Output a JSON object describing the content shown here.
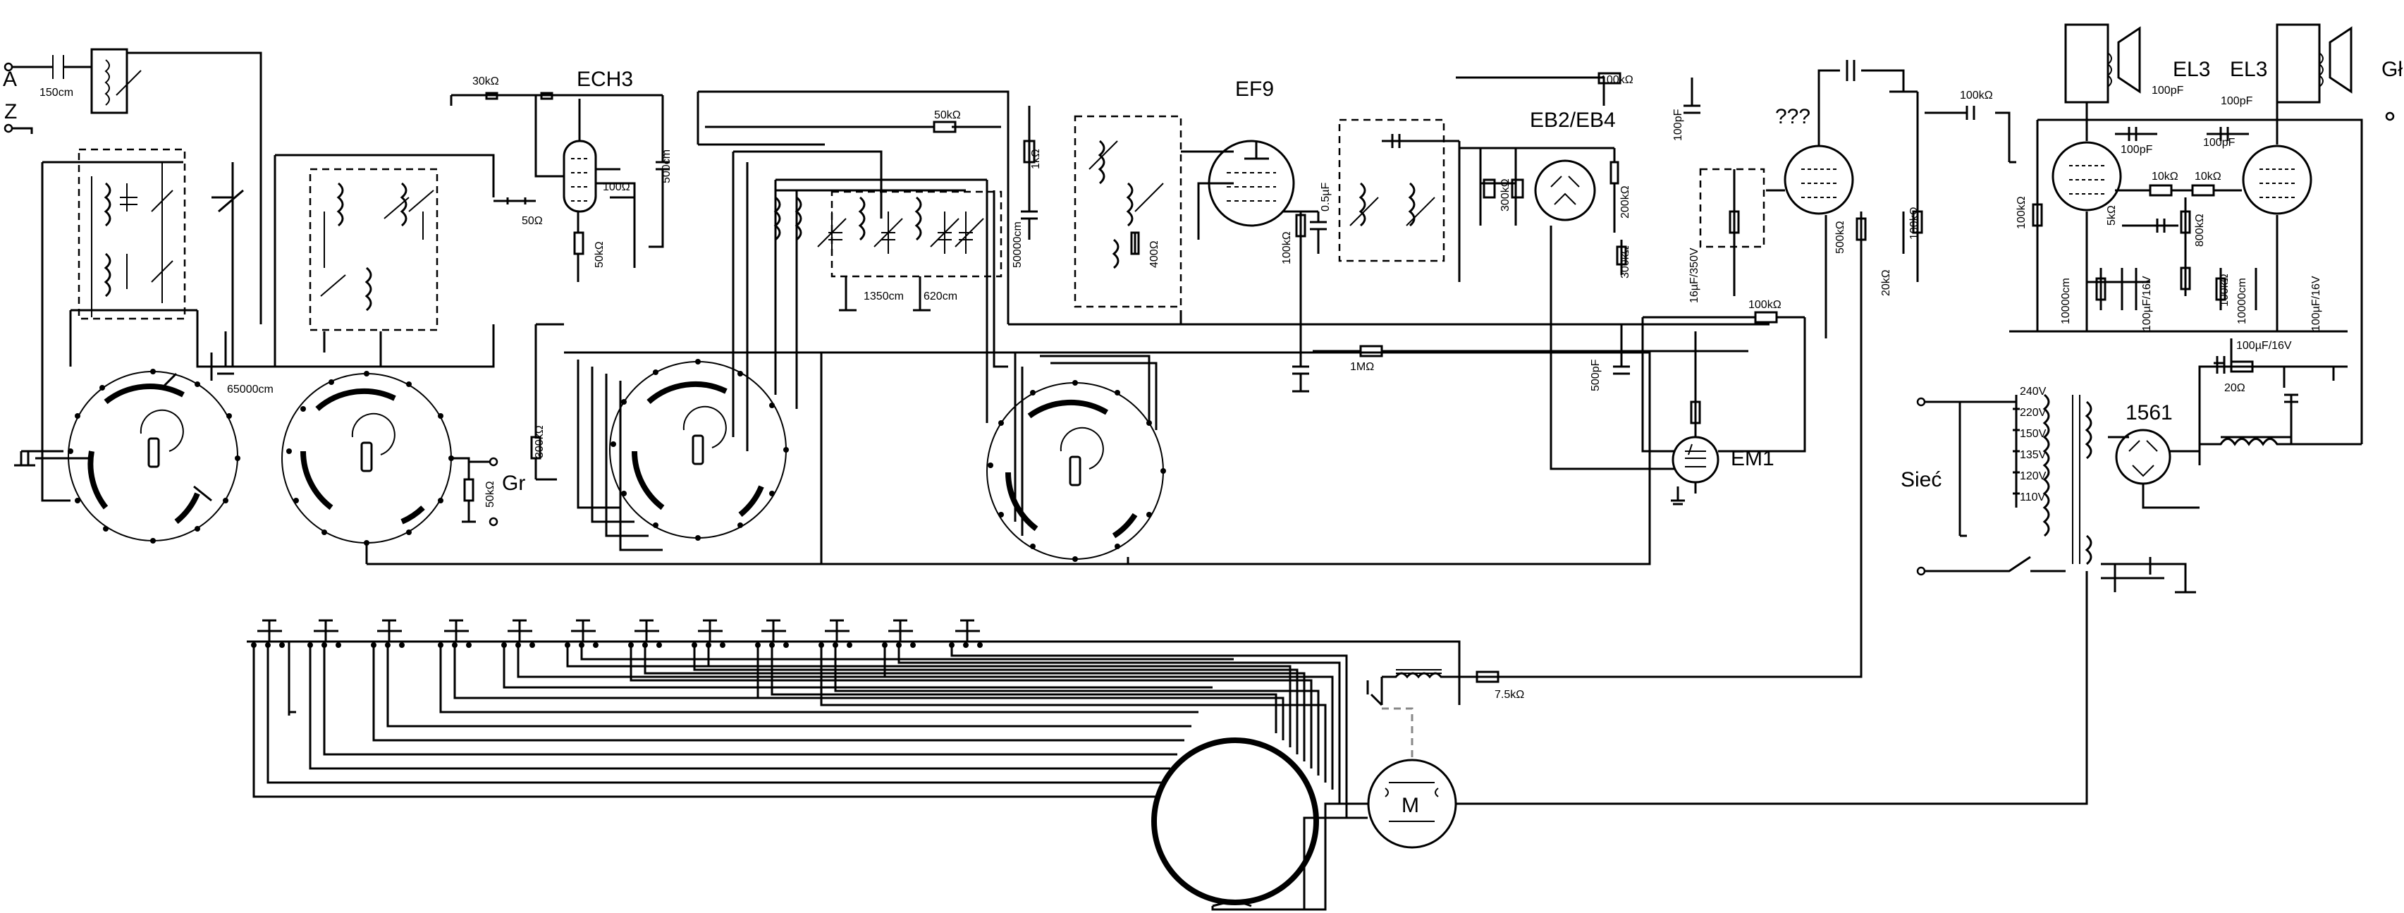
{
  "tubes": {
    "ech3": "ECH3",
    "ef9": "EF9",
    "eb2": "EB2/EB4",
    "unknown": "???",
    "el3_left": "EL3",
    "el3_right": "EL3",
    "em1": "EM1",
    "rect": "1561"
  },
  "terminals": {
    "antenna": "A",
    "ground": "Z",
    "pickup": "Gr",
    "speaker": "Gł"
  },
  "mains": {
    "label": "Sieć",
    "taps": [
      "240V",
      "220V",
      "150V",
      "135V",
      "120V",
      "110V"
    ]
  },
  "motor": "M",
  "components": {
    "c_150cm": "150cm",
    "r_30k": "30kΩ",
    "r_50_ech3": "50Ω",
    "r_100_ech3": "100Ω",
    "r_50k_ech3": "50kΩ",
    "c_500cm": "500cm",
    "r_50k_top": "50kΩ",
    "r_1k": "1kΩ",
    "c_50000cm": "50000cm",
    "r_400": "400Ω",
    "c_1350cm": "1350cm",
    "c_620cm": "620cm",
    "c_65000cm": "65000cm",
    "r_50k_gr": "50kΩ",
    "r_300k_band": "300kΩ",
    "r_100k_ef9": "100kΩ",
    "c_05uf": "0.5µF",
    "r_1m": "1MΩ",
    "r_100k_top": "100kΩ",
    "c_100pf_top": "100pF",
    "r_300k_eb": "300kΩ",
    "r_200k": "200kΩ",
    "r_300k_em": "300kΩ",
    "c_500pf": "500pF",
    "c_16uf": "16µF/350V",
    "r_100k_bottom": "100kΩ",
    "r_500k": "500kΩ",
    "r_20k": "20kΩ",
    "r_100k_unk": "100kΩ",
    "r_100k_coupling": "100kΩ",
    "c_100pf_el3l": "100pF",
    "c_100pf_el3r": "100pF",
    "c_100pf_mid1": "100pF",
    "c_100pf_mid2": "100pF",
    "r_100k_el3l": "100kΩ",
    "r_10k_a": "10kΩ",
    "r_10k_b": "10kΩ",
    "r_800k": "800kΩ",
    "r_5k": "5kΩ",
    "c_10000cm_a": "10000cm",
    "c_100uf_a": "100µF/16V",
    "r_100k_el3r": "100kΩ",
    "c_10000cm_b": "10000cm",
    "c_100uf_b": "100µF/16V",
    "c_100uf_psu": "100µF/16V",
    "r_20": "20Ω",
    "r_7_5k": "7.5kΩ"
  }
}
